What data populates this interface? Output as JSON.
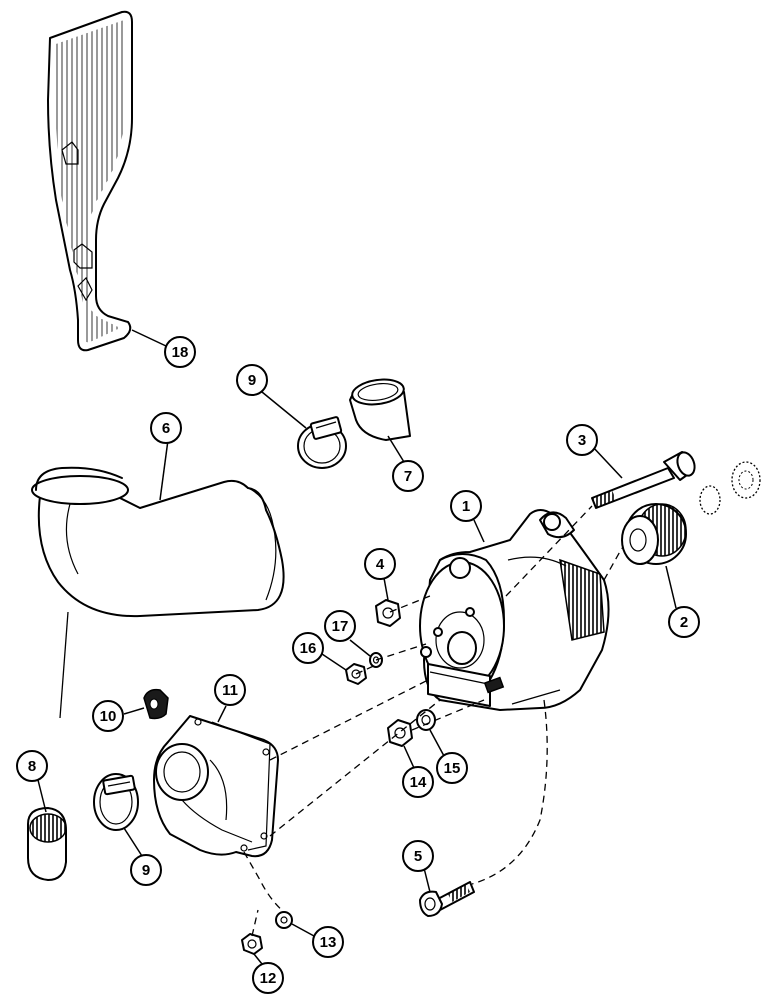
{
  "callouts": [
    {
      "id": "c1",
      "label": "1"
    },
    {
      "id": "c2",
      "label": "2"
    },
    {
      "id": "c3",
      "label": "3"
    },
    {
      "id": "c4",
      "label": "4"
    },
    {
      "id": "c5",
      "label": "5"
    },
    {
      "id": "c6",
      "label": "6"
    },
    {
      "id": "c7",
      "label": "7"
    },
    {
      "id": "c8",
      "label": "8"
    },
    {
      "id": "c9a",
      "label": "9"
    },
    {
      "id": "c9b",
      "label": "9"
    },
    {
      "id": "c10",
      "label": "10"
    },
    {
      "id": "c11",
      "label": "11"
    },
    {
      "id": "c12",
      "label": "12"
    },
    {
      "id": "c13",
      "label": "13"
    },
    {
      "id": "c14",
      "label": "14"
    },
    {
      "id": "c15",
      "label": "15"
    },
    {
      "id": "c16",
      "label": "16"
    },
    {
      "id": "c17",
      "label": "17"
    },
    {
      "id": "c18",
      "label": "18"
    }
  ]
}
